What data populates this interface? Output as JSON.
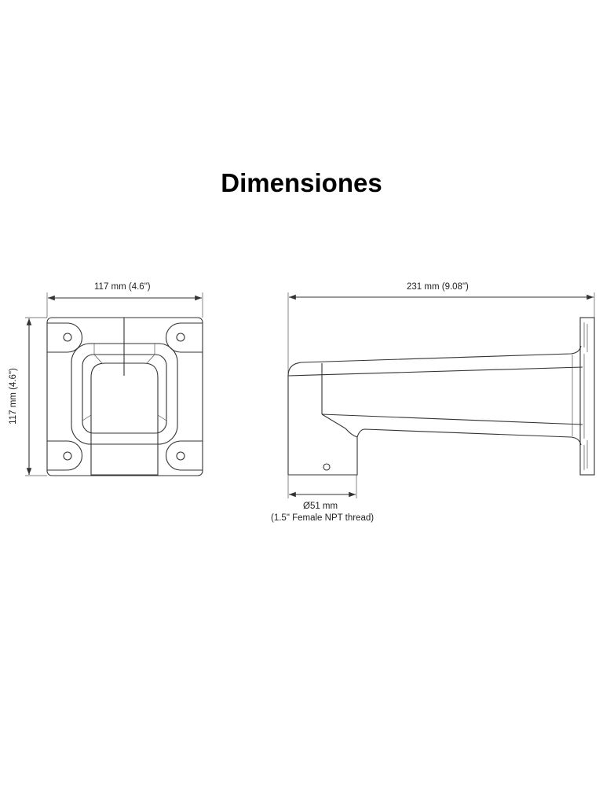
{
  "title": "Dimensiones",
  "front_view": {
    "width_label": "117 mm (4.6\")",
    "height_label": "117 mm (4.6\")"
  },
  "side_view": {
    "length_label": "231 mm (9.08\")",
    "diameter_label": "Ø51 mm",
    "thread_label": "(1.5\" Female NPT thread)"
  }
}
